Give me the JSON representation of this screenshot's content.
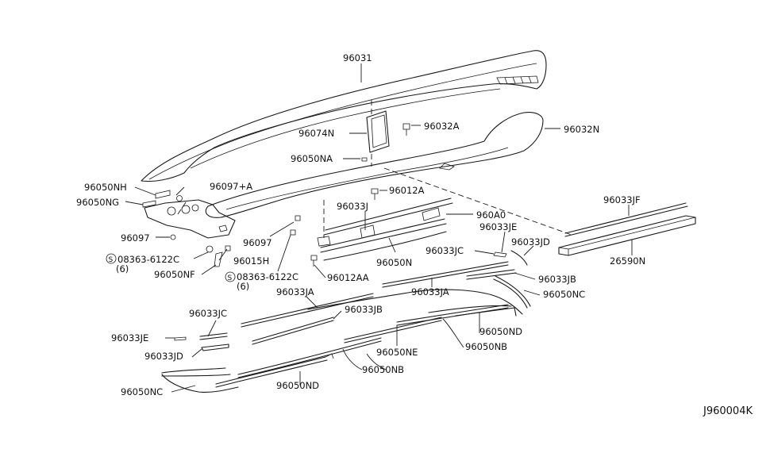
{
  "diagram_id": "J960004K",
  "labels": [
    {
      "key": "l96031",
      "text": "96031"
    },
    {
      "key": "l96074N",
      "text": "96074N"
    },
    {
      "key": "l96032A",
      "text": "96032A"
    },
    {
      "key": "l96032N",
      "text": "96032N"
    },
    {
      "key": "l96050NA",
      "text": "96050NA"
    },
    {
      "key": "l96012A",
      "text": "96012A"
    },
    {
      "key": "l96050NH",
      "text": "96050NH"
    },
    {
      "key": "l96097A",
      "text": "96097+A"
    },
    {
      "key": "l96050NG",
      "text": "96050NG"
    },
    {
      "key": "l96033J",
      "text": "96033J"
    },
    {
      "key": "l960A0",
      "text": "960A0"
    },
    {
      "key": "l96033JF",
      "text": "96033JF"
    },
    {
      "key": "l96097a",
      "text": "96097"
    },
    {
      "key": "l96097b",
      "text": "96097"
    },
    {
      "key": "l96033JE_r",
      "text": "96033JE"
    },
    {
      "key": "l96033JD_r",
      "text": "96033JD"
    },
    {
      "key": "l96033JC_r",
      "text": "96033JC"
    },
    {
      "key": "l26590N",
      "text": "26590N"
    },
    {
      "key": "l08363a",
      "text": "08363-6122C"
    },
    {
      "key": "l6a",
      "text": "(6)"
    },
    {
      "key": "l96015H",
      "text": "96015H"
    },
    {
      "key": "l96050N",
      "text": "96050N"
    },
    {
      "key": "l96050NF",
      "text": "96050NF"
    },
    {
      "key": "l08363b",
      "text": "08363-6122C"
    },
    {
      "key": "l6b",
      "text": "(6)"
    },
    {
      "key": "l96012AA",
      "text": "96012AA"
    },
    {
      "key": "l96033JB_r",
      "text": "96033JB"
    },
    {
      "key": "l96033JA_l",
      "text": "96033JA"
    },
    {
      "key": "l96033JA_r",
      "text": "96033JA"
    },
    {
      "key": "l96050NC_r",
      "text": "96050NC"
    },
    {
      "key": "l96033JC_l",
      "text": "96033JC"
    },
    {
      "key": "l96033JB_l",
      "text": "96033JB"
    },
    {
      "key": "l96050ND_r",
      "text": "96050ND"
    },
    {
      "key": "l96033JE_l",
      "text": "96033JE"
    },
    {
      "key": "l96050NB_r",
      "text": "96050NB"
    },
    {
      "key": "l96050NE",
      "text": "96050NE"
    },
    {
      "key": "l96033JD_l",
      "text": "96033JD"
    },
    {
      "key": "l96050NB_l",
      "text": "96050NB"
    },
    {
      "key": "l96050ND_l",
      "text": "96050ND"
    },
    {
      "key": "l96050NC_l",
      "text": "96050NC"
    }
  ]
}
